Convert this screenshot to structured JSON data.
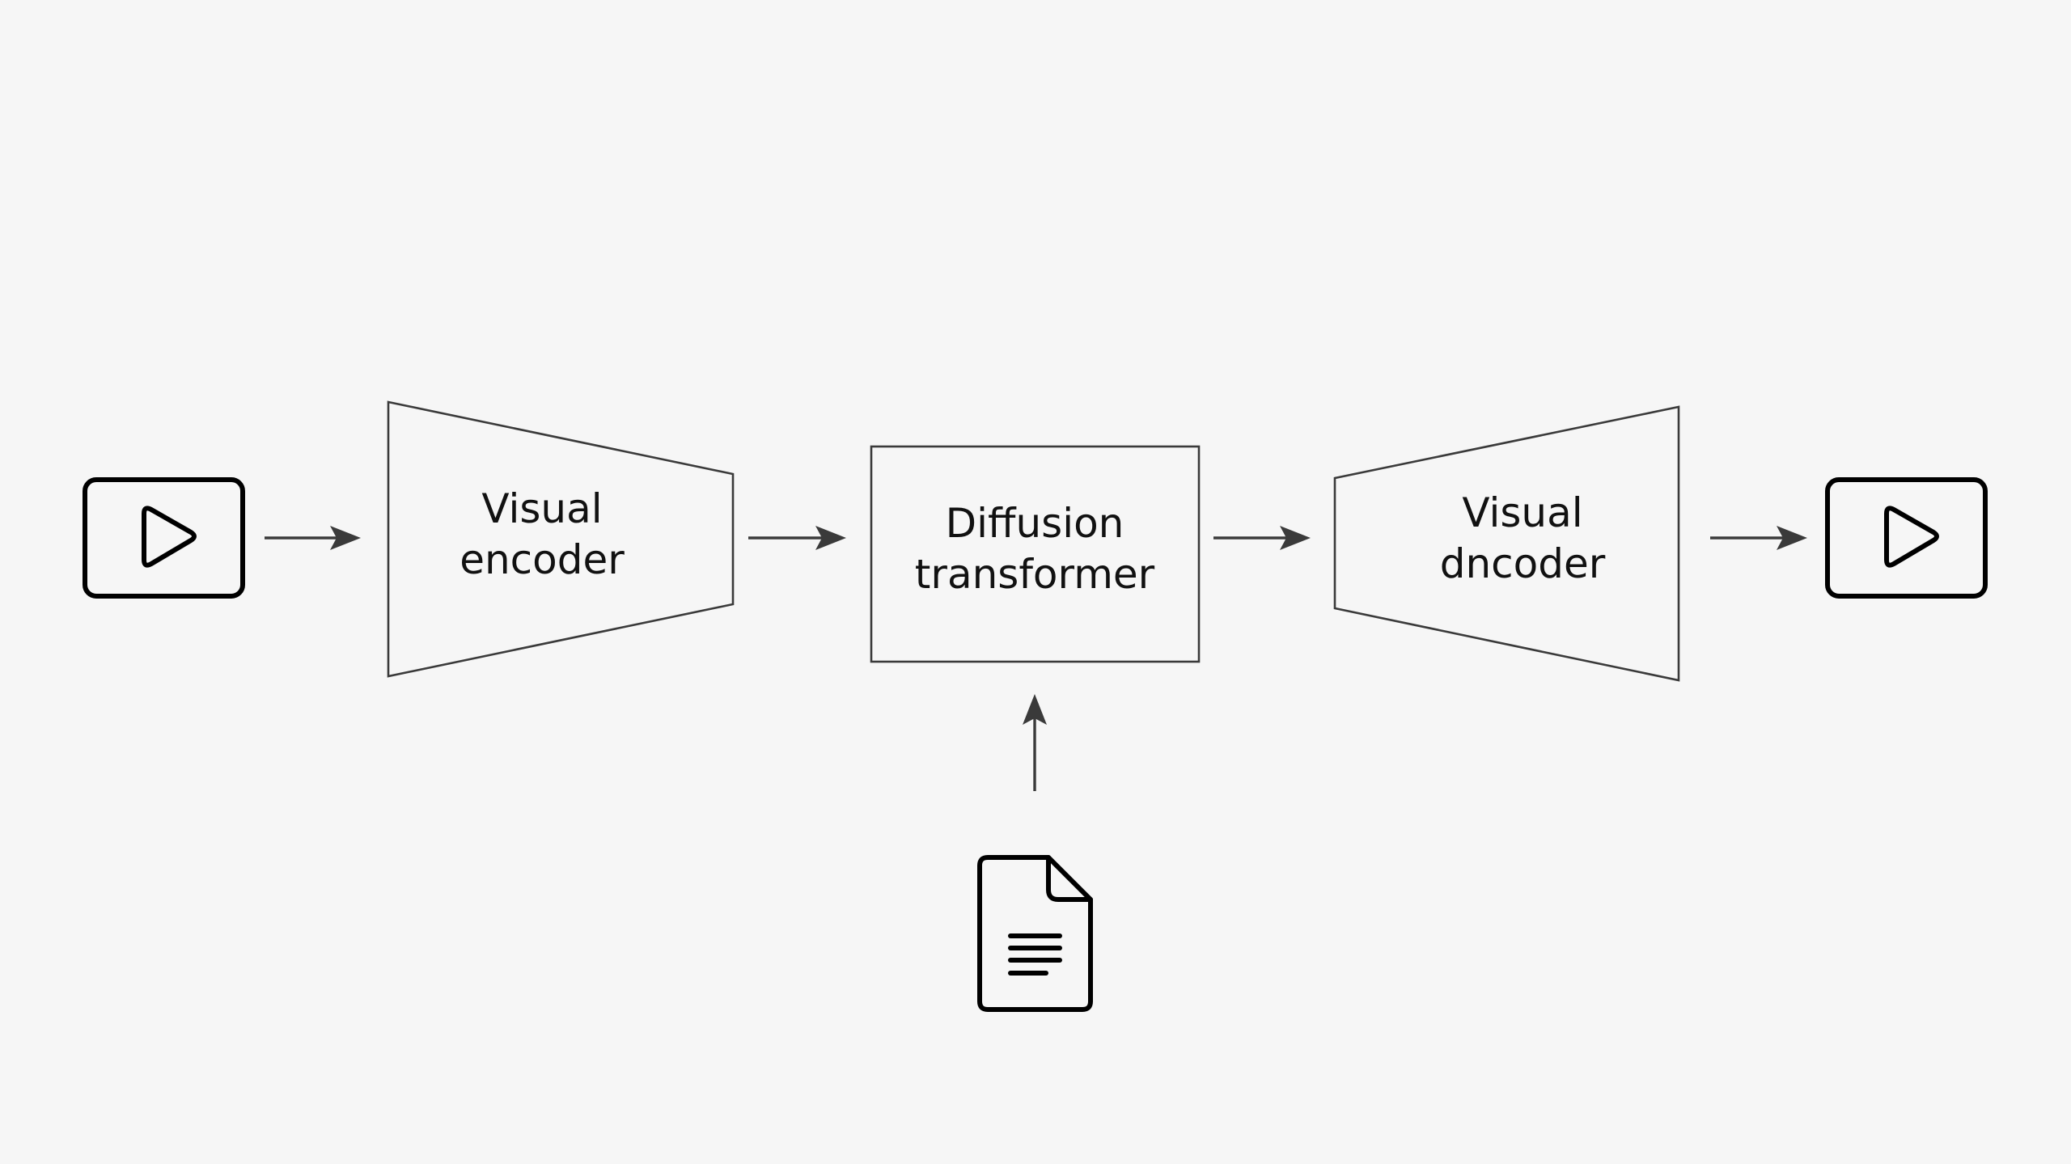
{
  "diagram": {
    "blocks": {
      "visual_encoder": {
        "line1": "Visual",
        "line2": "encoder"
      },
      "diffusion_transformer": {
        "line1": "Diffusion",
        "line2": "transformer"
      },
      "visual_decoder": {
        "line1": "Visual",
        "line2": "dncoder"
      }
    },
    "icons": {
      "input": "play-video-icon",
      "output": "play-video-icon",
      "condition": "text-document-icon"
    },
    "colors": {
      "background": "#f6f6f6",
      "stroke": "#3a3a3a",
      "icon": "#000000"
    }
  }
}
